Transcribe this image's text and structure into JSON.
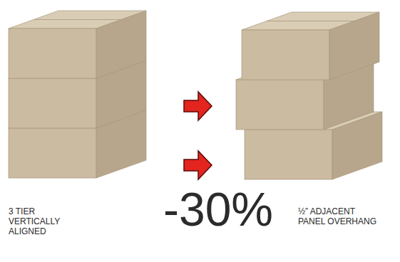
{
  "diagram": {
    "labels": [
      "3 TIER VERTICALLY ALIGNED",
      "-30%",
      "½” ADJACENT PANEL OVERHANG"
    ]
  }
}
